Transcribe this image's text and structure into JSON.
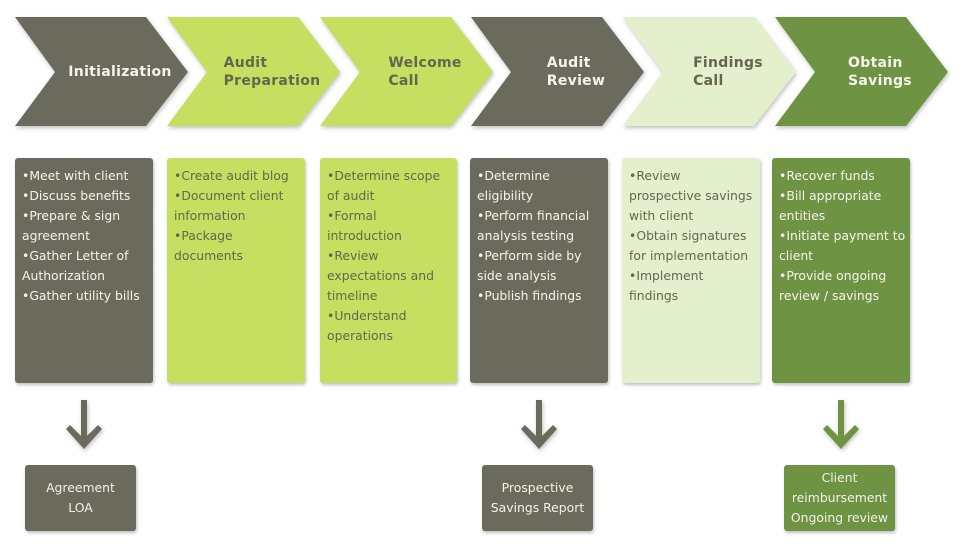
{
  "colors": {
    "dark": "#6b6b5d",
    "lime": "#c6df60",
    "pale": "#e4efcc",
    "green": "#6e9343",
    "text_light": "#f4f4ec",
    "text_dark": "#66664f"
  },
  "stages": [
    {
      "title_lines": [
        "Initialization"
      ],
      "theme": "dark",
      "items": [
        "Meet with client",
        "Discuss benefits",
        "Prepare & sign agreement",
        "Gather Letter of Authorization",
        "Gather utility bills"
      ]
    },
    {
      "title_lines": [
        "Audit",
        "Preparation"
      ],
      "theme": "lime",
      "items": [
        "Create audit blog",
        "Document client information",
        "Package documents"
      ]
    },
    {
      "title_lines": [
        "Welcome",
        "Call"
      ],
      "theme": "lime",
      "items": [
        "Determine scope of audit",
        "Formal introduction",
        "Review expectations and timeline",
        "Understand operations"
      ]
    },
    {
      "title_lines": [
        "Audit",
        "Review"
      ],
      "theme": "dark",
      "items": [
        "Determine eligibility",
        "Perform financial analysis testing",
        "Perform side by side analysis",
        "Publish findings"
      ]
    },
    {
      "title_lines": [
        "Findings",
        "Call"
      ],
      "theme": "pale",
      "items": [
        "Review prospective savings with client",
        "Obtain signatures for implementation",
        "Implement findings"
      ]
    },
    {
      "title_lines": [
        "Obtain",
        "Savings"
      ],
      "theme": "green",
      "items": [
        "Recover funds",
        "Bill appropriate entities",
        "Initiate payment to client",
        "Provide ongoing review / savings"
      ]
    }
  ],
  "outputs": [
    {
      "stage_index": 0,
      "theme": "dark",
      "lines": [
        "Agreement",
        "LOA"
      ]
    },
    {
      "stage_index": 3,
      "theme": "dark",
      "lines": [
        "Prospective",
        "Savings Report"
      ]
    },
    {
      "stage_index": 5,
      "theme": "green",
      "lines": [
        "Client",
        "reimbursement",
        "Ongoing review"
      ]
    }
  ]
}
